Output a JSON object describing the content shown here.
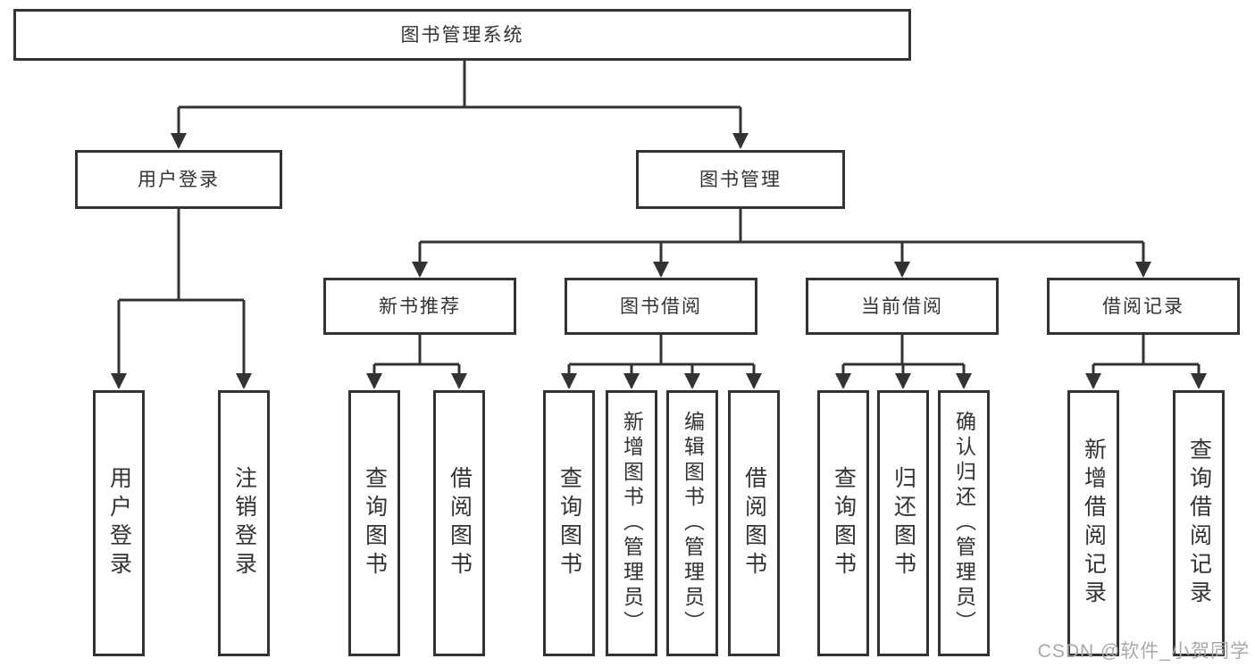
{
  "diagram": {
    "root": {
      "label": "图书管理系统"
    },
    "level1": [
      {
        "label": "用户登录",
        "children": [
          {
            "label": "用户登录"
          },
          {
            "label": "注销登录"
          }
        ]
      },
      {
        "label": "图书管理",
        "children": [
          {
            "label": "新书推荐",
            "children": [
              {
                "label": "查询图书"
              },
              {
                "label": "借阅图书"
              }
            ]
          },
          {
            "label": "图书借阅",
            "children": [
              {
                "label": "查询图书"
              },
              {
                "label": "新增图书（管理员）"
              },
              {
                "label": "编辑图书（管理员）"
              },
              {
                "label": "借阅图书"
              }
            ]
          },
          {
            "label": "当前借阅",
            "children": [
              {
                "label": "查询图书"
              },
              {
                "label": "归还图书"
              },
              {
                "label": "确认归还（管理员）"
              }
            ]
          },
          {
            "label": "借阅记录",
            "children": [
              {
                "label": "新增借阅记录"
              },
              {
                "label": "查询借阅记录"
              }
            ]
          }
        ]
      }
    ]
  },
  "watermark": {
    "text": "CSDN @软件_小贺同学",
    "color": "#a8a8ae"
  },
  "colors": {
    "line": "#333333",
    "box_border": "#333333",
    "box_fill": "#ffffff",
    "text": "#333333"
  }
}
